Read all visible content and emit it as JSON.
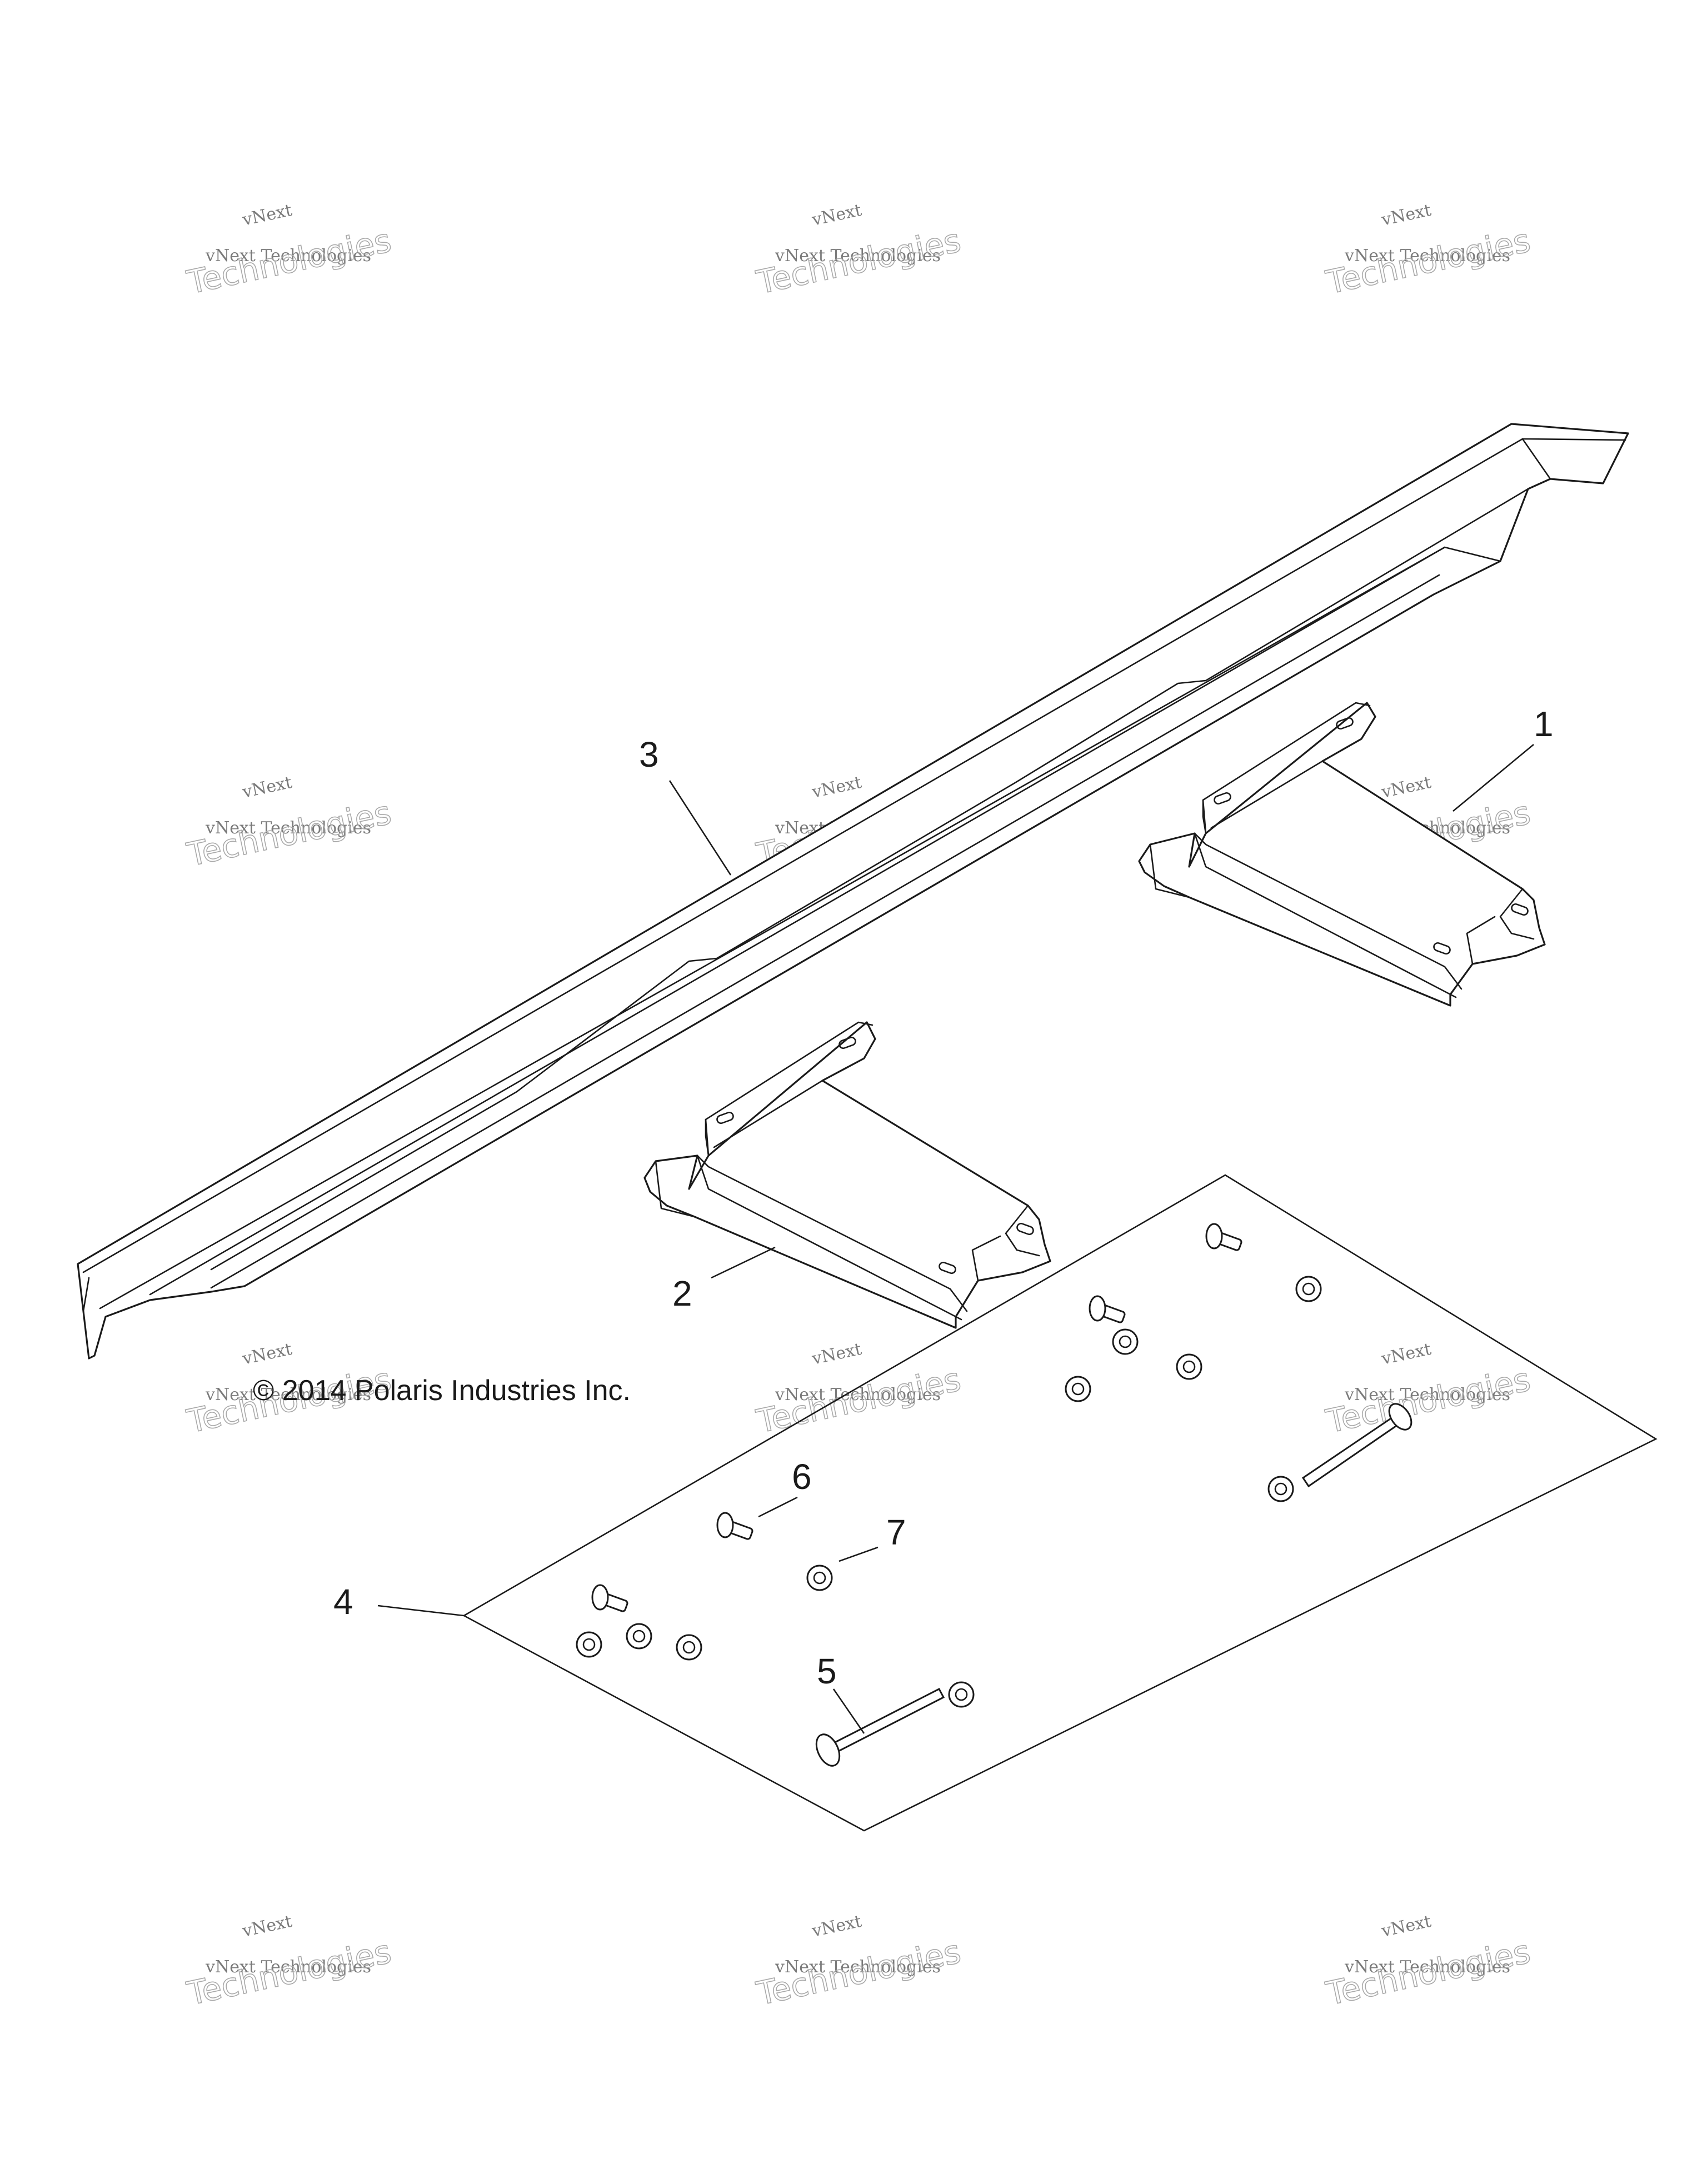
{
  "callouts": [
    "1",
    "2",
    "3",
    "4",
    "5",
    "6",
    "7"
  ],
  "copyright": "© 2014 Polaris Industries Inc.",
  "watermark": {
    "line1": "vNext",
    "line2": "vNext Technologies",
    "line3": "Technologies"
  }
}
